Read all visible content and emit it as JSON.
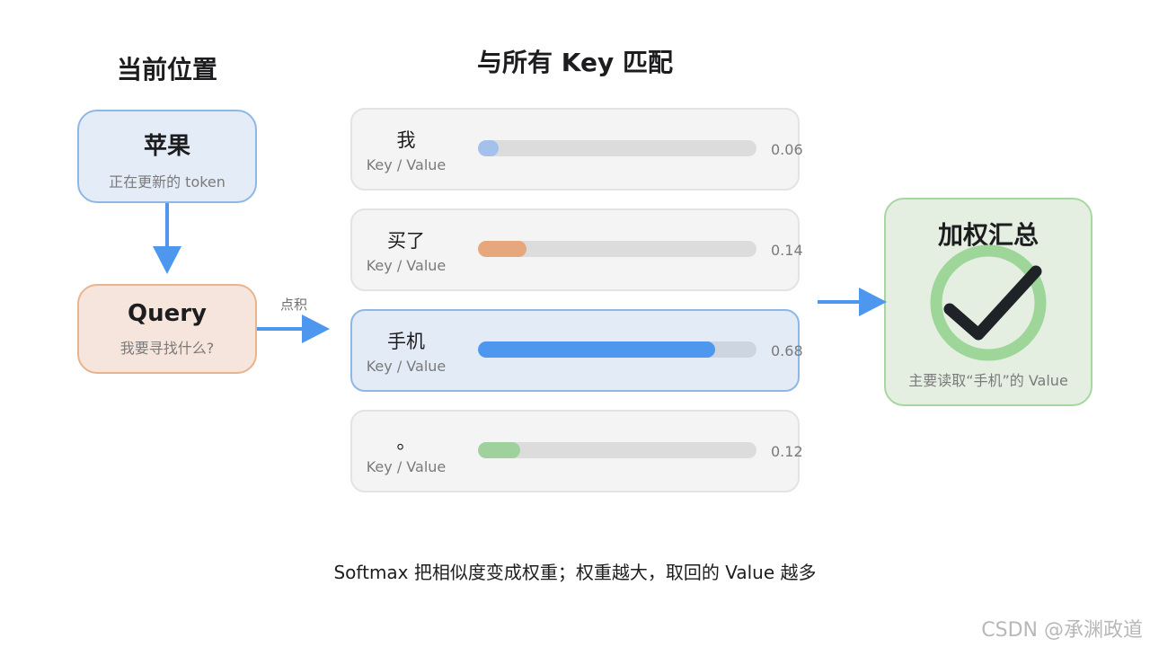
{
  "headings": {
    "current_position": "当前位置",
    "match_all_keys": "与所有 Key 匹配"
  },
  "token_box": {
    "title": "苹果",
    "subtitle": "正在更新的 token"
  },
  "query_box": {
    "title": "Query",
    "subtitle": "我要寻找什么?"
  },
  "dot_product_label": "点积",
  "keys": [
    {
      "token": "我",
      "sub": "Key / Value",
      "weight": 0.06,
      "weight_label": "0.06",
      "color": "#a3c1ea"
    },
    {
      "token": "买了",
      "sub": "Key / Value",
      "weight": 0.14,
      "weight_label": "0.14",
      "color": "#e6a77c"
    },
    {
      "token": "手机",
      "sub": "Key / Value",
      "weight": 0.68,
      "weight_label": "0.68",
      "color": "#4e97ef",
      "active": true
    },
    {
      "token": "。",
      "sub": "Key / Value",
      "weight": 0.12,
      "weight_label": "0.12",
      "color": "#9fd19c"
    }
  ],
  "result_box": {
    "title": "加权汇总",
    "subtitle": "主要读取“手机”的 Value",
    "icon": "check-circle-icon"
  },
  "caption": "Softmax 把相似度变成权重；权重越大，取回的 Value 越多",
  "watermark": "CSDN @承渊政道",
  "colors": {
    "arrow": "#4e97ef",
    "check_ring": "#9ed69a",
    "check_mark": "#1f2328"
  }
}
